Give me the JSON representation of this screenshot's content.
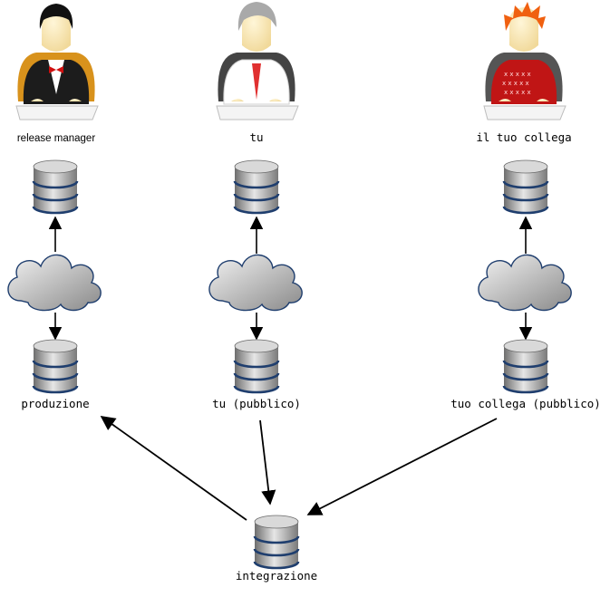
{
  "people": [
    {
      "label": "release manager",
      "role": "release-manager",
      "hair": "#111111",
      "shirt": "#ffffff",
      "jacket": "#1c1c1c",
      "chair": "#d8921c",
      "tie": "#d01010",
      "tie_style": "bowtie"
    },
    {
      "label": "tu",
      "role": "you",
      "hair": "#a9a9a9",
      "shirt": "#ffffff",
      "jacket": "#3a3a3a",
      "chair": "#444444",
      "tie": "#e03030",
      "tie_style": "tie"
    },
    {
      "label": "il tuo collega",
      "role": "colleague",
      "hair": "#f06010",
      "shirt": "#c01515",
      "jacket": "#c01515",
      "chair": "#555555",
      "tie": "#c01515",
      "tie_style": "sweater"
    }
  ],
  "public_repos": [
    "produzione",
    "tu (pubblico)",
    "tuo collega (pubblico)"
  ],
  "integration_label": "integrazione",
  "icons": {
    "person": "developer-at-keyboard-icon",
    "repository": "database-icon",
    "network": "cloud-icon"
  },
  "colors": {
    "database_body": "#9a9a9a",
    "database_ring": "#1f3e6e",
    "cloud_fill": "#c8c8c8",
    "cloud_stroke": "#1f3e6e",
    "arrow": "#000000"
  }
}
